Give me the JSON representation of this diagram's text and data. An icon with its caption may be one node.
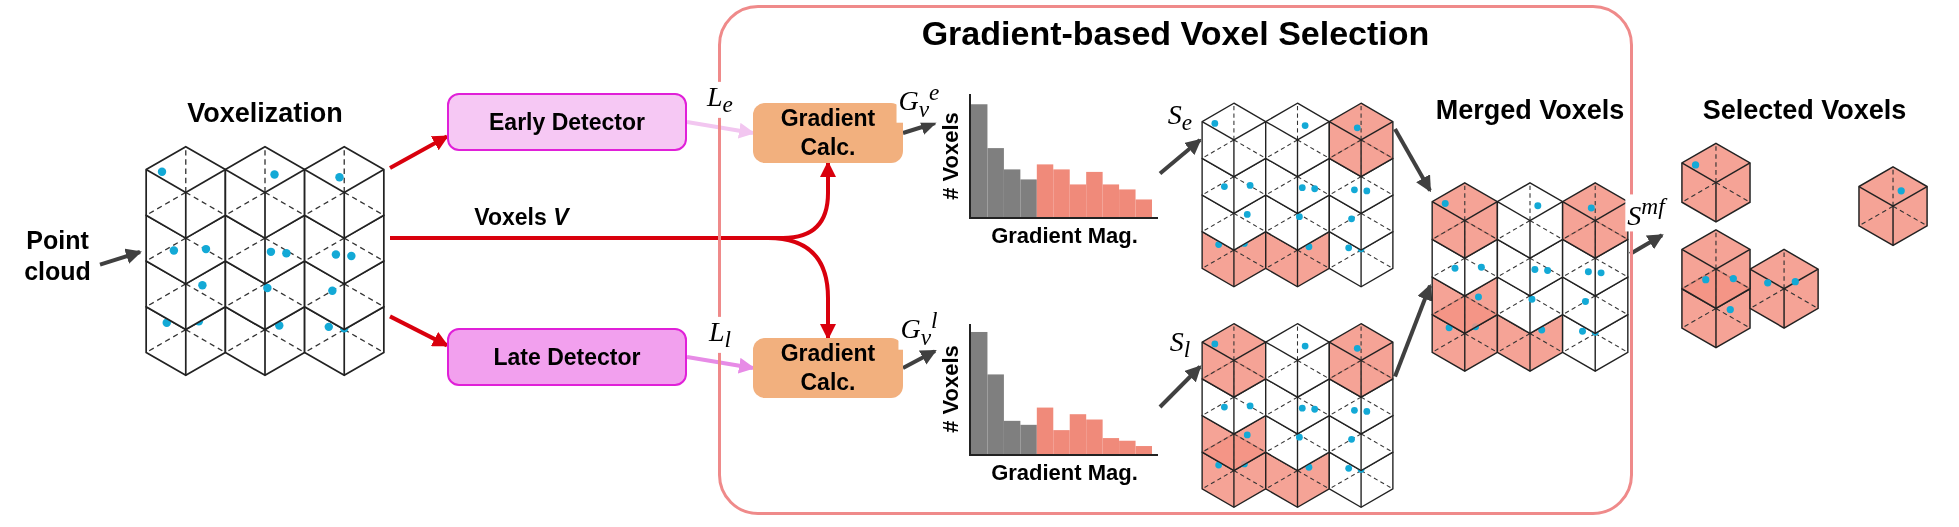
{
  "diagram": {
    "nodes": [
      {
        "text": [
          "Point cloud"
        ]
      },
      {
        "text": [
          "Voxelization"
        ]
      },
      {
        "text": [
          "Early Detector"
        ]
      },
      {
        "text": [
          "Late Detector"
        ]
      },
      {
        "text": [
          "Gradient-based Voxel Selection"
        ]
      },
      {
        "text": [
          "Gradient Calc."
        ],
        "in": 4
      },
      {
        "text": [
          "Gradient Calc."
        ],
        "in": 4
      },
      {
        "text": [
          "# Voxels",
          "Gradient Mag."
        ],
        "in": 4
      },
      {
        "text": [
          "# Voxels",
          "Gradient Mag."
        ],
        "in": 4
      },
      {
        "text": [],
        "shape": "picture",
        "in": 4
      },
      {
        "text": [],
        "shape": "picture",
        "in": 4
      },
      {
        "text": [
          "Merged Voxels"
        ],
        "in": 4
      },
      {
        "text": [
          "Selected Voxels"
        ]
      }
    ],
    "edges": [
      {
        "from": 0,
        "to": 1,
        "arrow": "to"
      },
      {
        "from": 1,
        "to": 2,
        "arrow": "to",
        "color": "#d9000d"
      },
      {
        "from": 1,
        "to": 3,
        "arrow": "to",
        "color": "#d9000d"
      },
      {
        "from": 1,
        "to": 5,
        "arrow": "to",
        "label": "Voxels *V*",
        "color": "#d9000d"
      },
      {
        "from": 1,
        "to": 6,
        "arrow": "to",
        "color": "#d9000d"
      },
      {
        "from": 2,
        "to": 5,
        "arrow": "to",
        "label": "L$_{e}$",
        "color": "#f2c6f0"
      },
      {
        "from": 3,
        "to": 6,
        "arrow": "to",
        "label": "L$_{l}$",
        "color": "#e78be6"
      },
      {
        "from": 5,
        "to": 7,
        "arrow": "to",
        "label": "G$_{v}$$^{e}$"
      },
      {
        "from": 6,
        "to": 8,
        "arrow": "to",
        "label": "G$_{v}$$^{l}$"
      },
      {
        "from": 7,
        "to": 9,
        "arrow": "to",
        "label": "S$_{e}$"
      },
      {
        "from": 8,
        "to": 10,
        "arrow": "to",
        "label": "S$_{l}$"
      },
      {
        "from": 9,
        "to": 11,
        "arrow": "to"
      },
      {
        "from": 10,
        "to": 11,
        "arrow": "to"
      },
      {
        "from": 11,
        "to": 12,
        "arrow": "to",
        "label": "S$^{mf}$"
      }
    ]
  }
}
